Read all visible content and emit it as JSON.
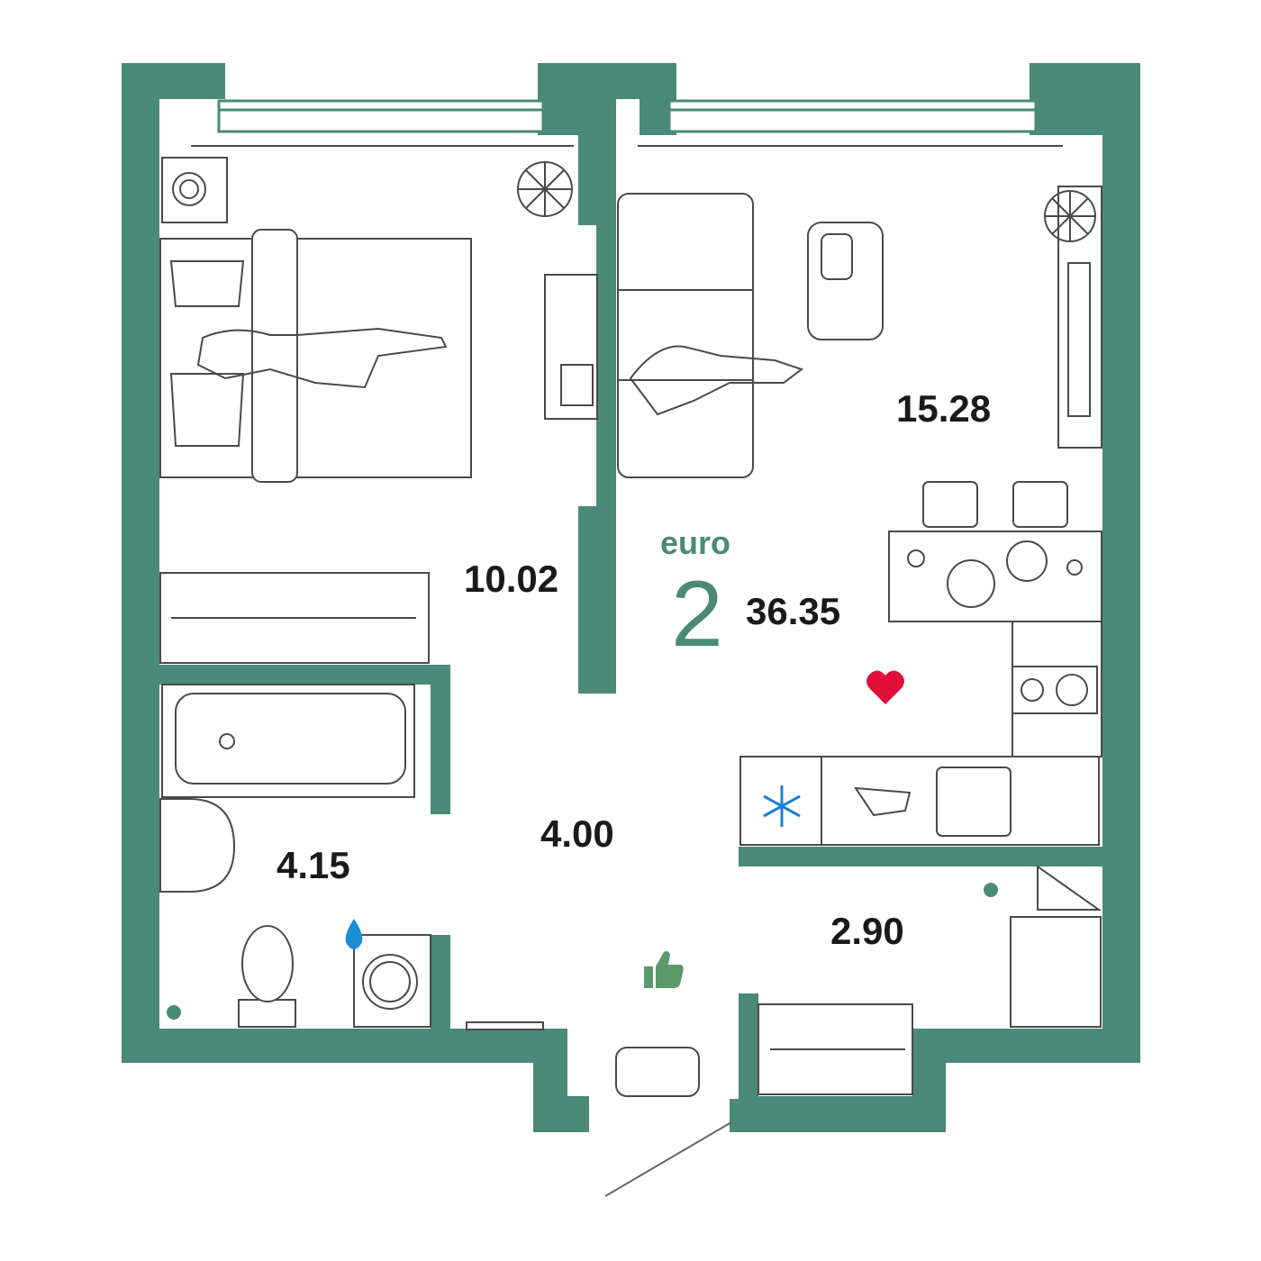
{
  "plan": {
    "type_label": "euro",
    "rooms_count": "2",
    "total_area": "36.35"
  },
  "rooms": {
    "bedroom_area": "10.02",
    "living_kitchen_area": "15.28",
    "hallway_area": "4.00",
    "bathroom_area": "4.15",
    "storage_area": "2.90"
  },
  "icons": {
    "heart": "heart-icon",
    "thumbs_up": "thumbs-up-icon",
    "water_drop": "water-drop-icon",
    "snowflake": "snowflake-icon"
  },
  "colors": {
    "wall": "#4a8a77",
    "heart": "#e0103a",
    "water": "#1a8fd8",
    "thumb": "#5a9a6a",
    "lines": "#4a4a4a"
  }
}
